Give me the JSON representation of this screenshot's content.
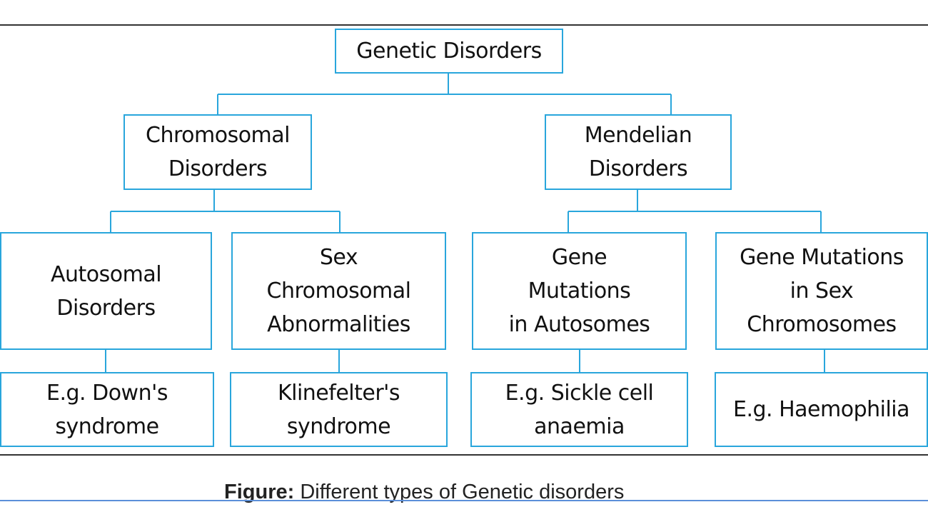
{
  "root": {
    "label": "Genetic Disorders"
  },
  "level1": {
    "chromosomal": "Chromosomal\nDisorders",
    "mendelian": "Mendelian\nDisorders"
  },
  "level2": {
    "autosomal": "Autosomal\nDisorders",
    "sex_chromosomal": "Sex\nChromosomal\nAbnormalities",
    "gene_autosomes": "Gene\nMutations\nin  Autosomes",
    "gene_sex": "Gene Mutations\nin Sex\nChromosomes"
  },
  "examples": {
    "down": "E.g. Down's\nsyndrome",
    "klinefelter": "Klinefelter's\nsyndrome",
    "sickle": "E.g. Sickle cell\nanaemia",
    "haemophilia": "E.g. Haemophilia"
  },
  "caption": {
    "bold": "Figure:",
    "text": " Different types of Genetic disorders"
  },
  "colors": {
    "border": "#29a6dc",
    "frame": "#333333",
    "caption_rule": "#5b8fd9"
  }
}
